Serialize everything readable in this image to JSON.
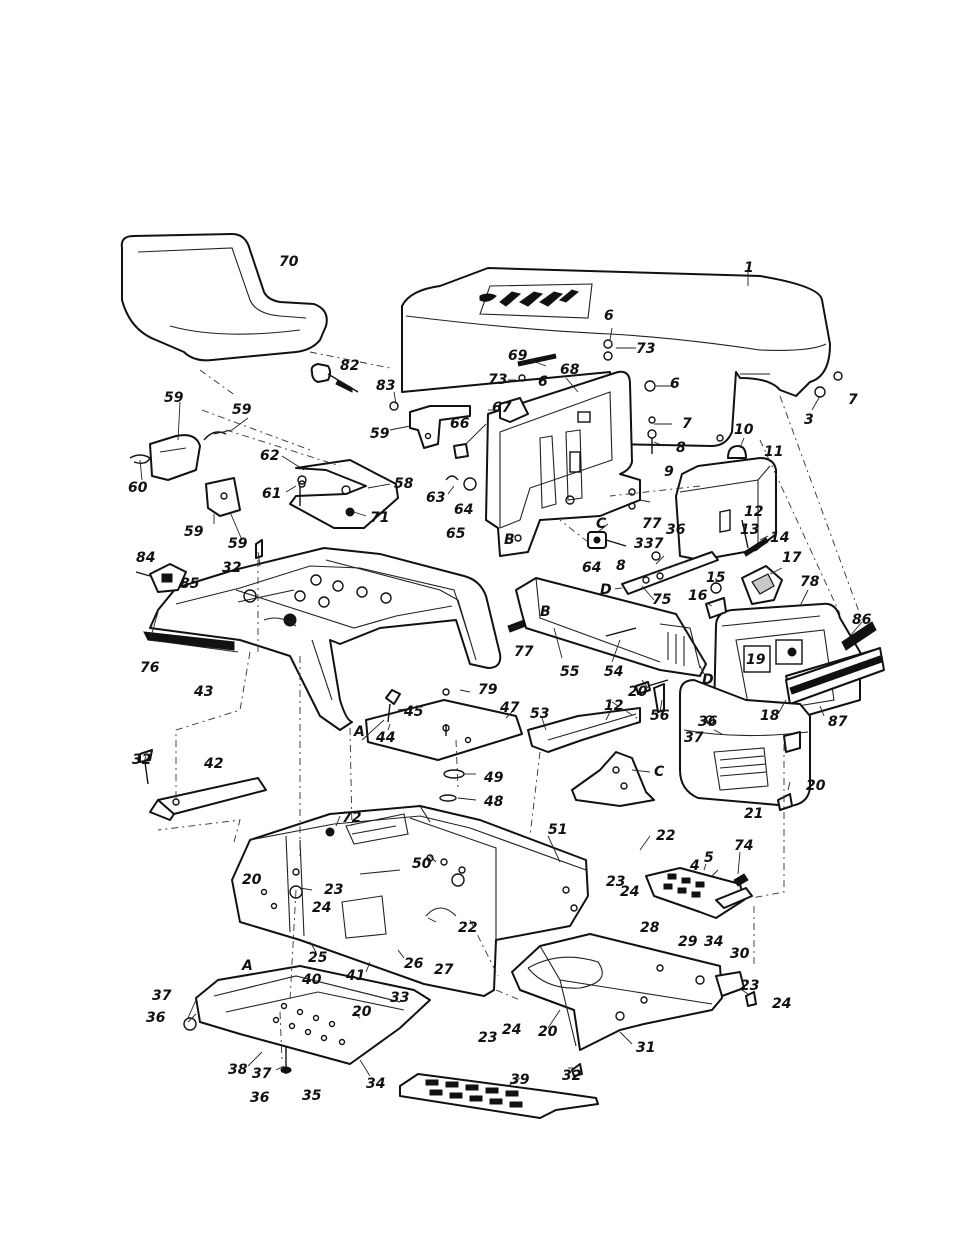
{
  "diagram": {
    "callouts": [
      {
        "id": "c70",
        "text": "70"
      },
      {
        "id": "c1",
        "text": "1"
      },
      {
        "id": "c6a",
        "text": "6"
      },
      {
        "id": "c69",
        "text": "69"
      },
      {
        "id": "c73a",
        "text": "73"
      },
      {
        "id": "c68",
        "text": "68"
      },
      {
        "id": "c73b",
        "text": "73"
      },
      {
        "id": "c6b",
        "text": "6"
      },
      {
        "id": "c6c",
        "text": "6"
      },
      {
        "id": "c3a",
        "text": "3"
      },
      {
        "id": "c7a",
        "text": "7"
      },
      {
        "id": "c82",
        "text": "82"
      },
      {
        "id": "c83",
        "text": "83"
      },
      {
        "id": "c67",
        "text": "67"
      },
      {
        "id": "c7b",
        "text": "7"
      },
      {
        "id": "c59a",
        "text": "59"
      },
      {
        "id": "c59b",
        "text": "59"
      },
      {
        "id": "c59c",
        "text": "59"
      },
      {
        "id": "c66",
        "text": "66"
      },
      {
        "id": "c8a",
        "text": "8"
      },
      {
        "id": "c10",
        "text": "10"
      },
      {
        "id": "c11",
        "text": "11"
      },
      {
        "id": "c60",
        "text": "60"
      },
      {
        "id": "c62",
        "text": "62"
      },
      {
        "id": "c9",
        "text": "9"
      },
      {
        "id": "c58",
        "text": "58"
      },
      {
        "id": "c61",
        "text": "61"
      },
      {
        "id": "c63",
        "text": "63"
      },
      {
        "id": "c64a",
        "text": "64"
      },
      {
        "id": "c12a",
        "text": "12"
      },
      {
        "id": "c71",
        "text": "71"
      },
      {
        "id": "c77a",
        "text": "77"
      },
      {
        "id": "c13",
        "text": "13"
      },
      {
        "id": "c59d",
        "text": "59"
      },
      {
        "id": "c65",
        "text": "65"
      },
      {
        "id": "c59e",
        "text": "59"
      },
      {
        "id": "c36a",
        "text": "36"
      },
      {
        "id": "cC1",
        "text": "C"
      },
      {
        "id": "cB1",
        "text": "B"
      },
      {
        "id": "c14",
        "text": "14"
      },
      {
        "id": "c3b",
        "text": "3"
      },
      {
        "id": "c37a",
        "text": "37"
      },
      {
        "id": "c32a",
        "text": "32"
      },
      {
        "id": "c8b",
        "text": "8"
      },
      {
        "id": "c64b",
        "text": "64"
      },
      {
        "id": "c84",
        "text": "84"
      },
      {
        "id": "c15",
        "text": "15"
      },
      {
        "id": "c17",
        "text": "17"
      },
      {
        "id": "cD1",
        "text": "D"
      },
      {
        "id": "c85",
        "text": "85"
      },
      {
        "id": "c78",
        "text": "78"
      },
      {
        "id": "c75",
        "text": "75"
      },
      {
        "id": "c16",
        "text": "16"
      },
      {
        "id": "cB2",
        "text": "B"
      },
      {
        "id": "c86",
        "text": "86"
      },
      {
        "id": "c77b",
        "text": "77"
      },
      {
        "id": "c19",
        "text": "19"
      },
      {
        "id": "c76",
        "text": "76"
      },
      {
        "id": "c55",
        "text": "55"
      },
      {
        "id": "c54",
        "text": "54"
      },
      {
        "id": "cD2",
        "text": "D"
      },
      {
        "id": "c43",
        "text": "43"
      },
      {
        "id": "c20a",
        "text": "20"
      },
      {
        "id": "c79",
        "text": "79"
      },
      {
        "id": "c56",
        "text": "56"
      },
      {
        "id": "c45",
        "text": "45"
      },
      {
        "id": "c47",
        "text": "47"
      },
      {
        "id": "c53",
        "text": "53"
      },
      {
        "id": "c12b",
        "text": "12"
      },
      {
        "id": "c18",
        "text": "18"
      },
      {
        "id": "c87",
        "text": "87"
      },
      {
        "id": "cA1",
        "text": "A"
      },
      {
        "id": "c36b",
        "text": "36"
      },
      {
        "id": "c44",
        "text": "44"
      },
      {
        "id": "c37b",
        "text": "37"
      },
      {
        "id": "c32b",
        "text": "32"
      },
      {
        "id": "c42",
        "text": "42"
      },
      {
        "id": "c49",
        "text": "49"
      },
      {
        "id": "cC2",
        "text": "C"
      },
      {
        "id": "c20b",
        "text": "20"
      },
      {
        "id": "c48",
        "text": "48"
      },
      {
        "id": "c21",
        "text": "21"
      },
      {
        "id": "c72",
        "text": "72"
      },
      {
        "id": "c51",
        "text": "51"
      },
      {
        "id": "c22a",
        "text": "22"
      },
      {
        "id": "c74",
        "text": "74"
      },
      {
        "id": "c50",
        "text": "50"
      },
      {
        "id": "c5",
        "text": "5"
      },
      {
        "id": "c4",
        "text": "4"
      },
      {
        "id": "c20c",
        "text": "20"
      },
      {
        "id": "c23a",
        "text": "23"
      },
      {
        "id": "c23b",
        "text": "23"
      },
      {
        "id": "c24a",
        "text": "24"
      },
      {
        "id": "c24b",
        "text": "24"
      },
      {
        "id": "c28",
        "text": "28"
      },
      {
        "id": "c22b",
        "text": "22"
      },
      {
        "id": "c29",
        "text": "29"
      },
      {
        "id": "c34a",
        "text": "34"
      },
      {
        "id": "c30",
        "text": "30"
      },
      {
        "id": "c25",
        "text": "25"
      },
      {
        "id": "cA2",
        "text": "A"
      },
      {
        "id": "c40",
        "text": "40"
      },
      {
        "id": "c26",
        "text": "26"
      },
      {
        "id": "c27",
        "text": "27"
      },
      {
        "id": "c41",
        "text": "41"
      },
      {
        "id": "c33",
        "text": "33"
      },
      {
        "id": "c23c",
        "text": "23"
      },
      {
        "id": "c24c",
        "text": "24"
      },
      {
        "id": "c37c",
        "text": "37"
      },
      {
        "id": "c20d",
        "text": "20"
      },
      {
        "id": "c36c",
        "text": "36"
      },
      {
        "id": "c24d",
        "text": "24"
      },
      {
        "id": "c23d",
        "text": "23"
      },
      {
        "id": "c20e",
        "text": "20"
      },
      {
        "id": "c31",
        "text": "31"
      },
      {
        "id": "c38",
        "text": "38"
      },
      {
        "id": "c37d",
        "text": "37"
      },
      {
        "id": "c32c",
        "text": "32"
      },
      {
        "id": "c34b",
        "text": "34"
      },
      {
        "id": "c39",
        "text": "39"
      },
      {
        "id": "c36d",
        "text": "36"
      },
      {
        "id": "c35",
        "text": "35"
      }
    ]
  }
}
